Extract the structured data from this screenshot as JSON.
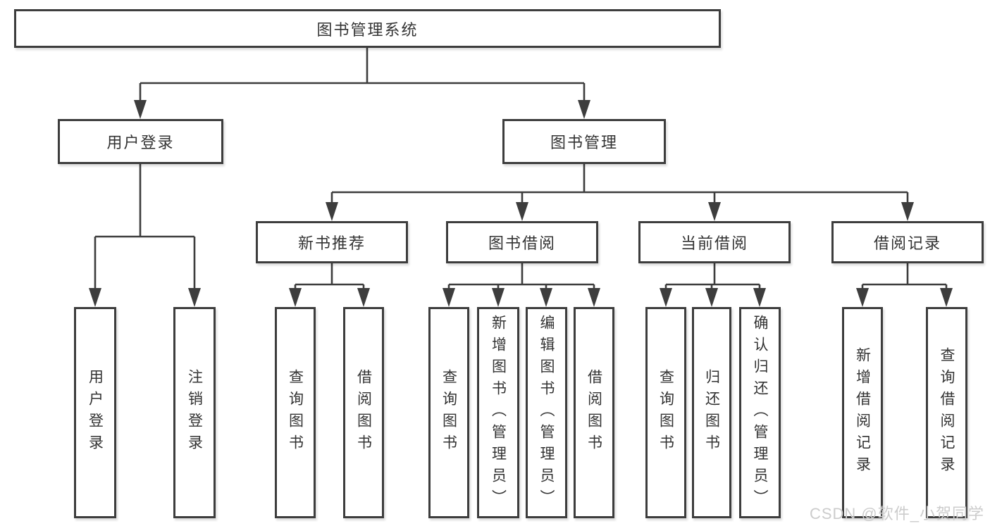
{
  "diagram": {
    "title": "图书管理系统",
    "watermark": "CSDN @软件_小贺同学",
    "colors": {
      "line": "#3d3d3d",
      "box_border": "#3d3d3d",
      "text": "#333333",
      "watermark": "#cccccc",
      "background": "#ffffff"
    },
    "nodes": {
      "root": {
        "label": "图书管理系统"
      },
      "user_login": {
        "label": "用户登录"
      },
      "book_mgmt": {
        "label": "图书管理"
      },
      "new_book_rec": {
        "label": "新书推荐"
      },
      "book_borrow": {
        "label": "图书借阅"
      },
      "current_borrow": {
        "label": "当前借阅"
      },
      "borrow_records": {
        "label": "借阅记录"
      },
      "leaf_user_login": {
        "label": "用户登录"
      },
      "leaf_logout": {
        "label": "注销登录"
      },
      "leaf_query_books_rec": {
        "label": "查询图书"
      },
      "leaf_borrow_books_rec": {
        "label": "借阅图书"
      },
      "leaf_query_books_borrow": {
        "label": "查询图书"
      },
      "leaf_add_books": {
        "label": "新增图书（管理员）"
      },
      "leaf_edit_books": {
        "label": "编辑图书（管理员）"
      },
      "leaf_borrow_books_borrow": {
        "label": "借阅图书"
      },
      "leaf_query_books_current": {
        "label": "查询图书"
      },
      "leaf_return_books": {
        "label": "归还图书"
      },
      "leaf_confirm_return": {
        "label": "确认归还（管理员）"
      },
      "leaf_add_borrow_record": {
        "label": "新增借阅记录"
      },
      "leaf_query_borrow_record": {
        "label": "查询借阅记录"
      }
    }
  }
}
